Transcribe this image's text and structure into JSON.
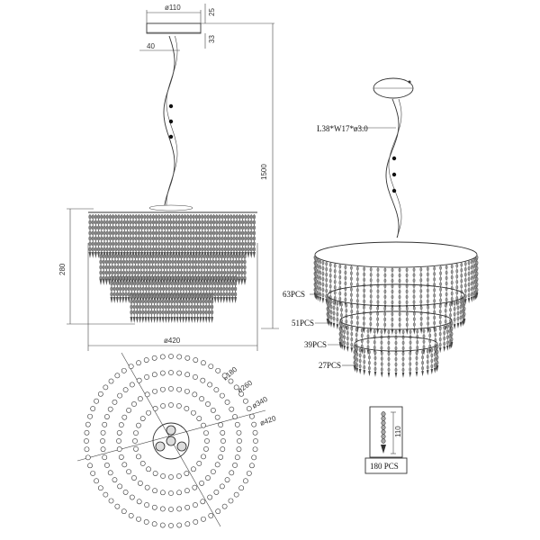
{
  "dimensions": {
    "canopy_diameter": "ø110",
    "canopy_height": "25",
    "canopy_inner": "33",
    "stem_offset": "40",
    "total_height": "1500",
    "body_height": "280",
    "body_diameter": "ø420"
  },
  "callouts": {
    "chain": "L38*W17*ø3.0",
    "tier1": "63PCS",
    "tier2": "51PCS",
    "tier3": "39PCS",
    "tier4": "27PCS"
  },
  "rings": {
    "r1": "ø180",
    "r2": "ø260",
    "r3": "ø340",
    "r4": "ø420"
  },
  "crystal_detail": {
    "length": "110",
    "quantity": "180 PCS"
  }
}
